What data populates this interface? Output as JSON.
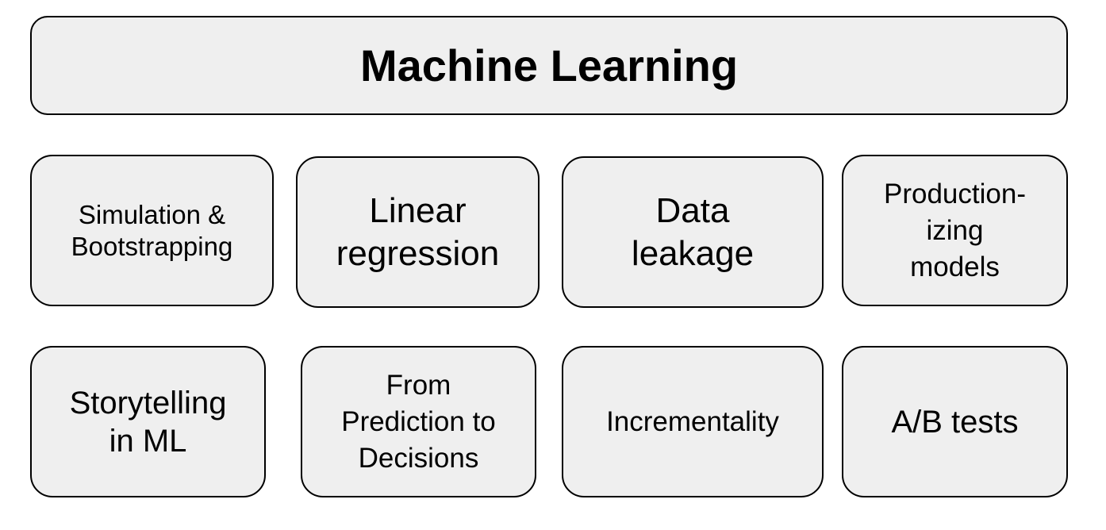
{
  "title": "Machine Learning",
  "topics": [
    "Simulation &\nBootstrapping",
    "Linear\nregression",
    "Data\nleakage",
    "Production-\nizing\nmodels",
    "Storytelling\nin ML",
    "From\nPrediction to\nDecisions",
    "Incrementality",
    "A/B tests"
  ],
  "colors": {
    "box_fill": "#efefef",
    "box_border": "#000000",
    "text": "#000000"
  }
}
